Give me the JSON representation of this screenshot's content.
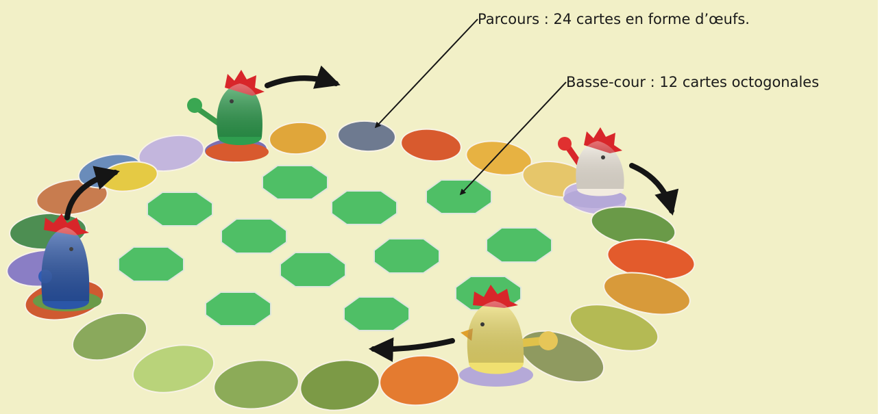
{
  "annotations": {
    "parcours": "Parcours : 24 cartes en forme d’œufs.",
    "basse_cour": "Basse-cour : 12 cartes octogonales"
  },
  "colors": {
    "background": "#f2f0c7",
    "octagon_card": "#4fbf66",
    "octagon_edge": "#dfe6dc",
    "arrow": "#151515"
  },
  "pieces": [
    {
      "color": "#2f9e4f",
      "name": "green-chicken"
    },
    {
      "color": "#f3ece0",
      "name": "white-chicken"
    },
    {
      "color": "#2b56a8",
      "name": "blue-chicken"
    },
    {
      "color": "#f0e070",
      "name": "yellow-chicken"
    }
  ],
  "egg_cards": [
    {
      "fill": "#e0a63a"
    },
    {
      "fill": "#6e7a90"
    },
    {
      "fill": "#d85a2e"
    },
    {
      "fill": "#e7b242"
    },
    {
      "fill": "#e6c66a"
    },
    {
      "fill": "#c4b6e0"
    },
    {
      "fill": "#6a9a48"
    },
    {
      "fill": "#e35b2c"
    },
    {
      "fill": "#d89a3a"
    },
    {
      "fill": "#b4ba54"
    },
    {
      "fill": "#8f9a60"
    },
    {
      "fill": "#e47b30"
    },
    {
      "fill": "#7c9a46"
    },
    {
      "fill": "#8cab58"
    },
    {
      "fill": "#b9d37a"
    },
    {
      "fill": "#8aa95c"
    },
    {
      "fill": "#cf5a31"
    },
    {
      "fill": "#8a7ec5"
    },
    {
      "fill": "#4d8e52"
    },
    {
      "fill": "#c87c4f"
    },
    {
      "fill": "#6a8cba"
    },
    {
      "fill": "#c3b6dd"
    },
    {
      "fill": "#e5ca44"
    },
    {
      "fill": "#7b6fb0"
    }
  ]
}
